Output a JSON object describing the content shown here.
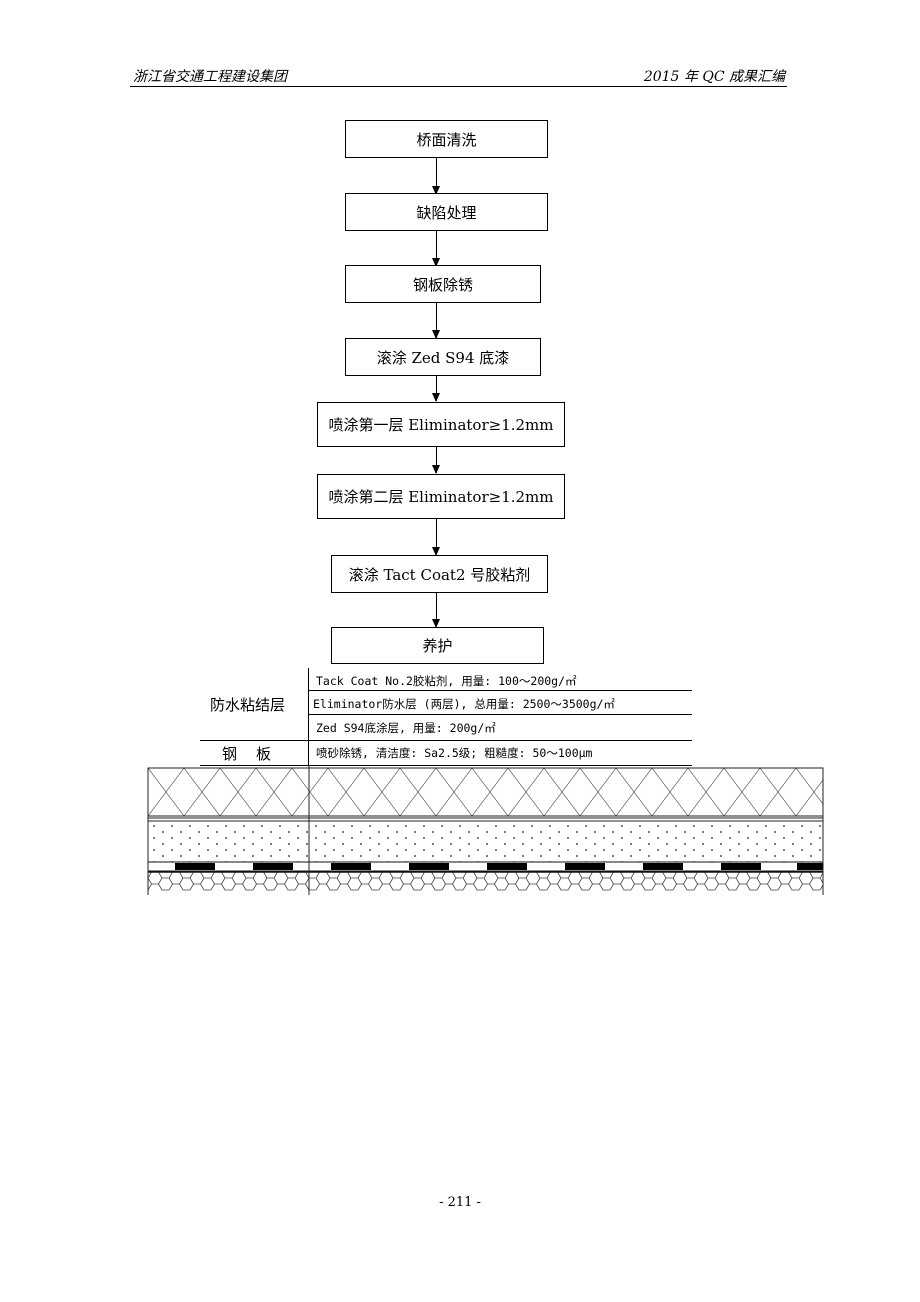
{
  "header": {
    "left": "浙江省交通工程建设集团",
    "right": "2015 年 QC 成果汇编"
  },
  "flow": {
    "steps": [
      "桥面清洗",
      "缺陷处理",
      "钢板除锈",
      "滚涂 Zed S94 底漆",
      "喷涂第一层 Eliminator≥1.2mm",
      "喷涂第二层 Eliminator≥1.2mm",
      "滚涂 Tact Coat2 号胶粘剂",
      "养护"
    ]
  },
  "section": {
    "waterproof_label": "防水粘结层",
    "steel_label": "钢　板",
    "layers": [
      "Tack Coat No.2胶粘剂, 用量: 100～200g/㎡",
      "Eliminator防水层 (两层), 总用量: 2500～3500g/㎡",
      "Zed S94底涂层, 用量: 200g/㎡"
    ],
    "steel_desc": "喷砂除锈, 清洁度: Sa2.5级; 粗糙度: 50～100μm"
  },
  "footer": {
    "page": "- 211 -"
  }
}
